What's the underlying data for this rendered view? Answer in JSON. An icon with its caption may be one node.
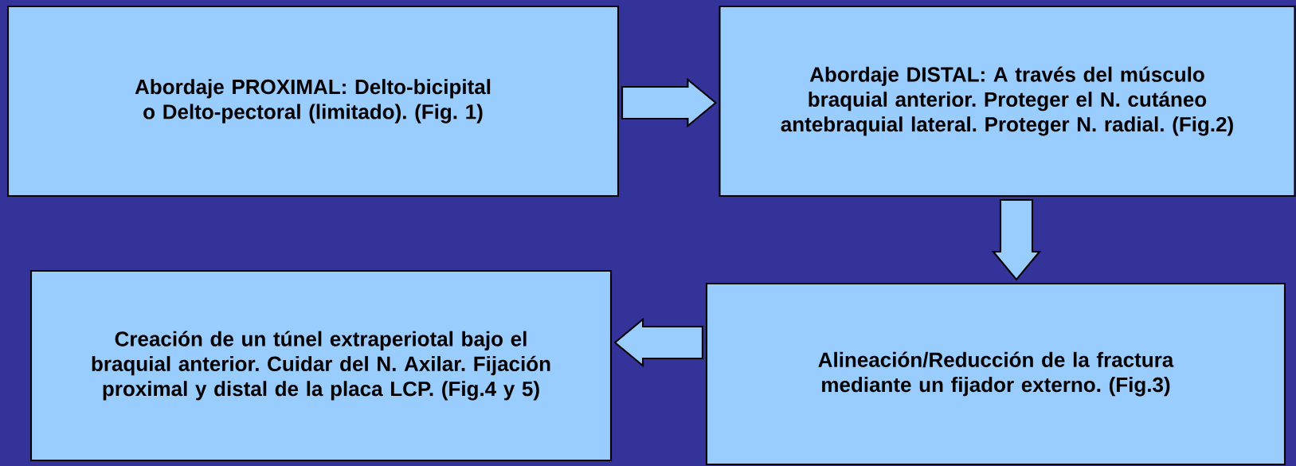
{
  "diagram": {
    "nodes": [
      {
        "text": [
          "Abordaje PROXIMAL: Delto-bicipital o Delto-pectoral (limitado). (Fig. 1)"
        ]
      },
      {
        "text": [
          "Abordaje DISTAL: A través del músculo braquial anterior. Proteger el N. cutáneo antebraquial lateral. Proteger N. radial. (Fig.2)"
        ]
      },
      {
        "text": [
          "Alineación/Reducción de la fractura mediante un fijador externo. (Fig.3)"
        ]
      },
      {
        "text": [
          "Creación de un túnel extraperiotal bajo el braquial anterior. Cuidar del N. Axilar. Fijación proximal y distal de la placa LCP. (Fig.4 y 5)"
        ]
      }
    ],
    "edges": [
      {
        "from": 0,
        "to": 1,
        "arrow": "to"
      },
      {
        "from": 1,
        "to": 2,
        "arrow": "to"
      },
      {
        "from": 2,
        "to": 3,
        "arrow": "to"
      }
    ]
  }
}
